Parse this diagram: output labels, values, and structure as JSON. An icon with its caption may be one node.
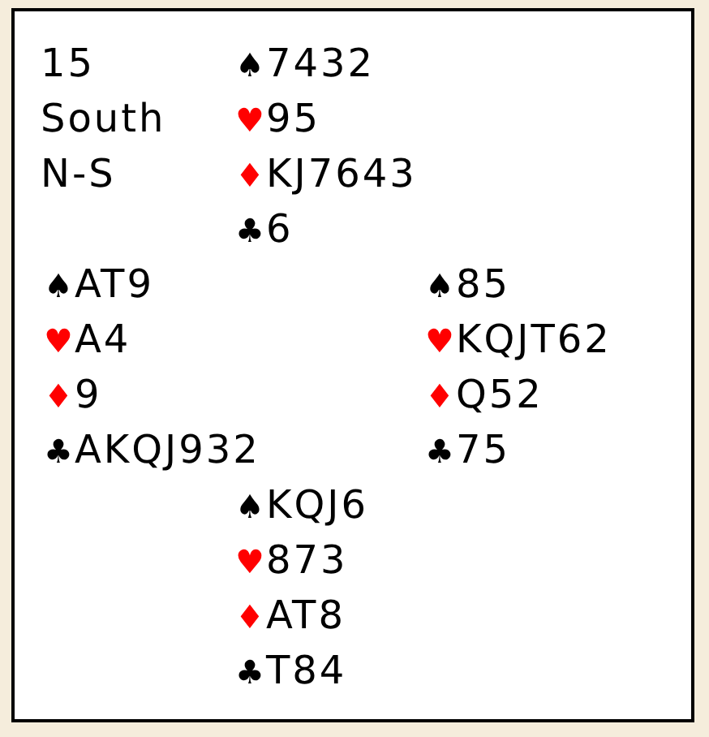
{
  "diagram": {
    "labels": [
      "15",
      "South",
      "N-S",
      "♠7432",
      "♥95",
      "♦KJ7643",
      "♣6",
      "♠AT9",
      "♥A4",
      "♦9",
      "♣AKQJ932",
      "♠85",
      "♥KQJT62",
      "♦Q52",
      "♣75",
      "♠KQJ6",
      "♥873",
      "♦AT8",
      "♣T84"
    ]
  }
}
